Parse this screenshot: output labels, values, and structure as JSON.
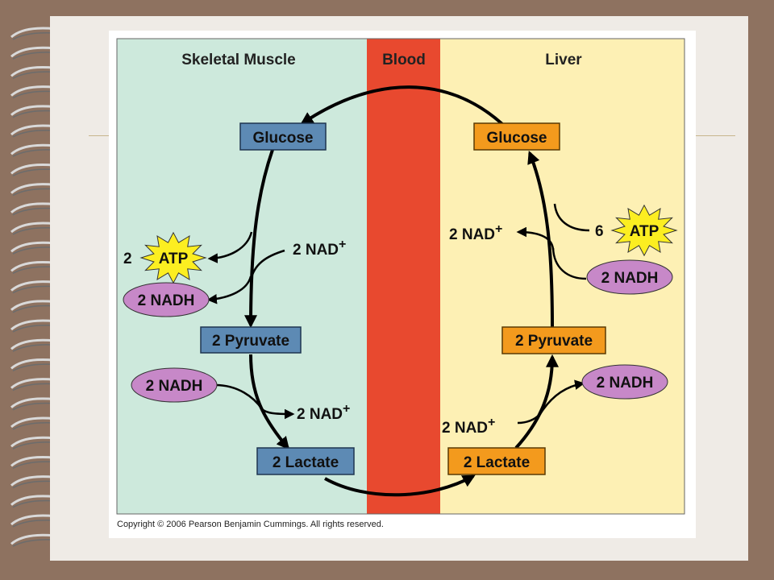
{
  "regions": {
    "skeletal_muscle": "Skeletal Muscle",
    "blood": "Blood",
    "liver": "Liver"
  },
  "muscle": {
    "glucose": "Glucose",
    "atp_count": "2",
    "atp": "ATP",
    "nad": "2 NAD",
    "nad_sup": "+",
    "nadh_top": "2 NADH",
    "pyruvate": "2 Pyruvate",
    "nadh_bottom": "2 NADH",
    "nad_bottom": "2 NAD",
    "nad_bottom_sup": "+",
    "lactate": "2 Lactate"
  },
  "liver": {
    "glucose": "Glucose",
    "atp_count": "6",
    "atp": "ATP",
    "nad_top": "2 NAD",
    "nad_top_sup": "+",
    "nadh_top": "2 NADH",
    "pyruvate": "2 Pyruvate",
    "nadh_bottom": "2 NADH",
    "nad_bottom": "2 NAD",
    "nad_bottom_sup": "+",
    "lactate": "2 Lactate"
  },
  "copyright": "Copyright © 2006 Pearson Benjamin Cummings. All rights reserved.",
  "colors": {
    "muscle_bg": "#cde9dc",
    "blood_bg": "#e8492f",
    "liver_bg": "#fdf0b4",
    "muscle_box": "#5d8ab4",
    "liver_box": "#f39a1d",
    "nadh_oval": "#c788c8",
    "atp_star": "#fcee21"
  }
}
